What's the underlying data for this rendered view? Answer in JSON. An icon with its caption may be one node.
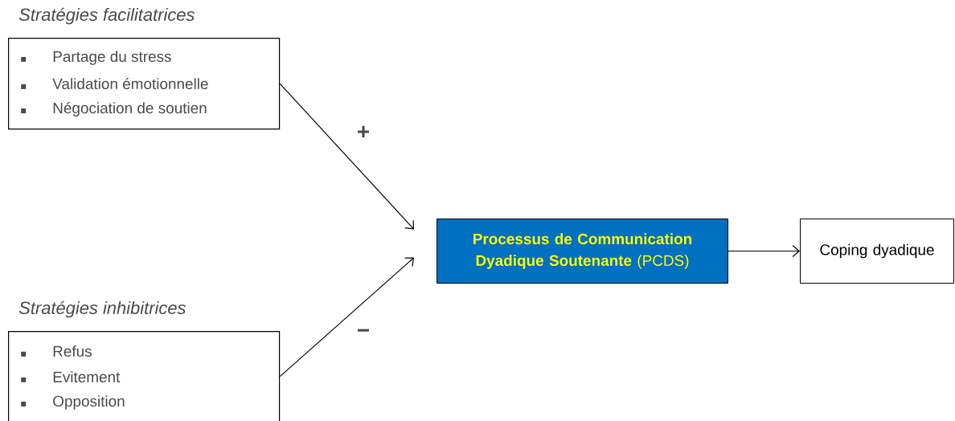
{
  "diagram": {
    "nodes": [
      {
        "text": [
          "Stratégies facilitatrices",
          "Partage du stress",
          "Validation émotionnelle",
          "Négociation de soutien"
        ]
      },
      {
        "text": [
          "Stratégies inhibitrices",
          "Refus",
          "Evitement",
          "Opposition"
        ]
      },
      {
        "text": [
          "**Processus de Communication Dyadique Soutenante** (PCDS)"
        ]
      },
      {
        "text": [
          "Coping dyadique"
        ]
      }
    ],
    "edges": [
      {
        "from": 0,
        "to": 2,
        "arrow": "to",
        "label": "+"
      },
      {
        "from": 1,
        "to": 2,
        "arrow": "to",
        "label": "−"
      },
      {
        "from": 2,
        "to": 3,
        "arrow": "to"
      }
    ]
  }
}
